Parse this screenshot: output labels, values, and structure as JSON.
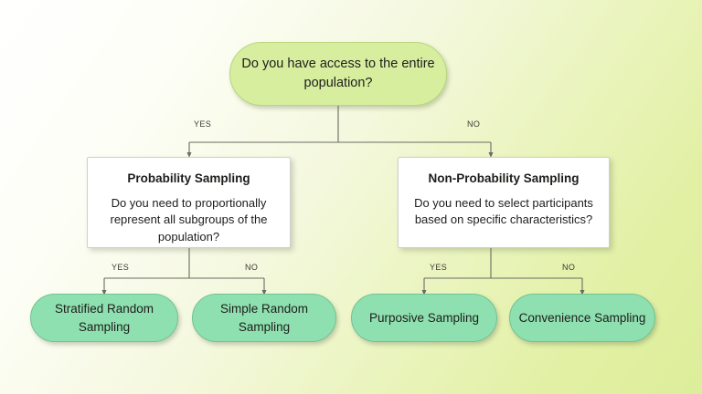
{
  "slide": {
    "background_from": "#ffffff",
    "background_to": "#dcee9a",
    "type": "flowchart",
    "title_text": ""
  },
  "palette": {
    "root_fill": "#d7ee9f",
    "root_stroke": "#b7d77f",
    "rect_fill": "#ffffff",
    "rect_stroke": "#cfcfcf",
    "leaf_fill": "#8fe0b0",
    "leaf_stroke": "#74c293",
    "connector": "#6b6b63",
    "text": "#1d1d1b"
  },
  "nodes": {
    "root": {
      "label": "Do you have access to the entire population?"
    },
    "branch_left": {
      "title": "Probability Sampling",
      "question": "Do you need to proportionally represent all subgroups of the population?"
    },
    "branch_right": {
      "title": "Non-Probability Sampling",
      "question": "Do you need to select participants based on specific characteristics?"
    },
    "leaf_1": {
      "label": "Stratified Random Sampling"
    },
    "leaf_2": {
      "label": "Simple Random Sampling"
    },
    "leaf_3": {
      "label": "Purposive Sampling"
    },
    "leaf_4": {
      "label": "Convenience Sampling"
    }
  },
  "edge_labels": {
    "root_yes": "YES",
    "root_no": "NO",
    "left_yes": "YES",
    "left_no": "NO",
    "right_yes": "YES",
    "right_no": "NO"
  }
}
